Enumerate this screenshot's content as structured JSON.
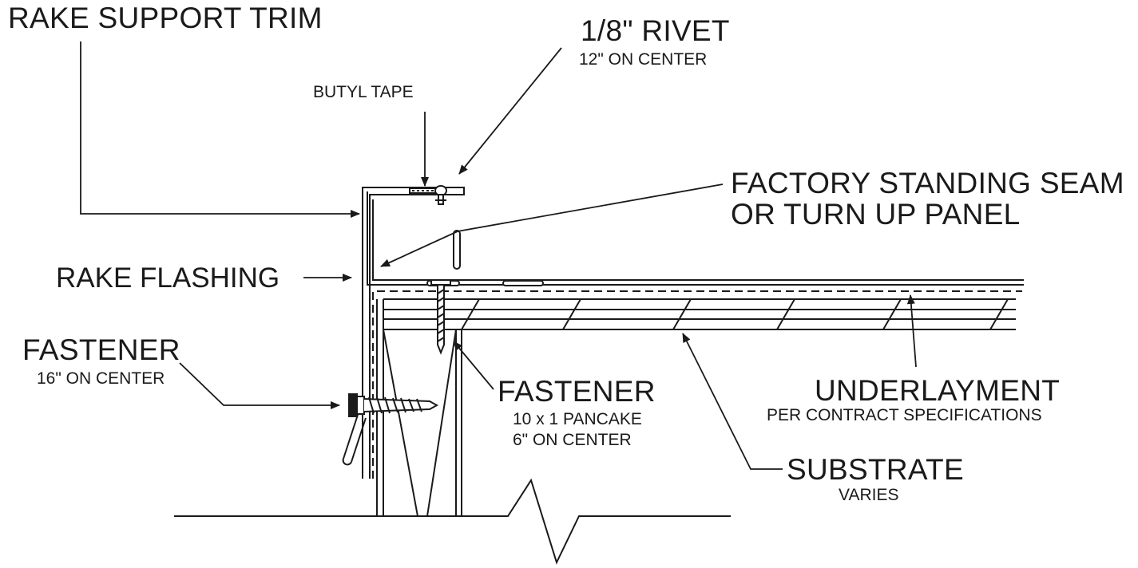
{
  "labels": {
    "rake_support_trim": "RAKE SUPPORT TRIM",
    "rivet": "1/8\" RIVET",
    "rivet_spacing": "12\" ON CENTER",
    "butyl_tape": "BUTYL TAPE",
    "panel_line1": "FACTORY STANDING SEAM",
    "panel_line2": "OR TURN UP PANEL",
    "rake_flashing": "RAKE FLASHING",
    "fastener_left": "FASTENER",
    "fastener_left_spacing": "16\" ON CENTER",
    "fastener_right": "FASTENER",
    "fastener_right_type": "10 x 1 PANCAKE",
    "fastener_right_spacing": "6\" ON CENTER",
    "underlayment": "UNDERLAYMENT",
    "underlayment_note": "PER CONTRACT SPECIFICATIONS",
    "substrate": "SUBSTRATE",
    "substrate_note": "VARIES"
  },
  "colors": {
    "ink": "#1a1a1a",
    "background": "#ffffff"
  }
}
